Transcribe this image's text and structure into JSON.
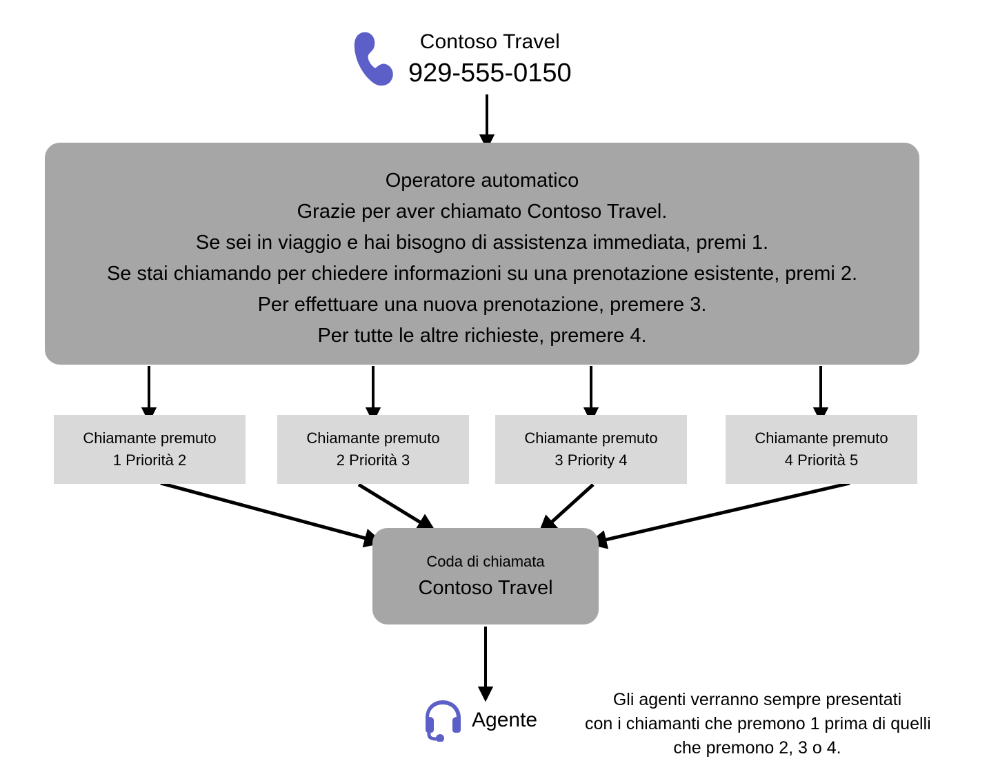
{
  "caller": {
    "icon": "phone-icon",
    "name": "Contoso Travel",
    "number": "929-555-0150"
  },
  "attendant": {
    "lines": [
      "Operatore automatico",
      "Grazie per aver chiamato Contoso Travel.",
      "Se sei in viaggio e hai bisogno di assistenza immediata, premi 1.",
      "Se stai chiamando per chiedere informazioni su una prenotazione esistente, premi 2.",
      "Per effettuare una nuova prenotazione, premere 3.",
      "Per tutte le altre richieste, premere 4."
    ]
  },
  "options": [
    {
      "line1": "Chiamante premuto",
      "line2": "1 Priorità 2"
    },
    {
      "line1": "Chiamante premuto",
      "line2": "2 Priorità 3"
    },
    {
      "line1": "Chiamante premuto",
      "line2": "3 Priority 4"
    },
    {
      "line1": "Chiamante premuto",
      "line2": "4 Priorità 5"
    }
  ],
  "queue": {
    "label": "Coda di chiamata",
    "name": "Contoso Travel"
  },
  "agent": {
    "icon": "headset-icon",
    "label": "Agente"
  },
  "note": {
    "lines": [
      "Gli agenti verranno sempre presentati",
      "con i chiamanti che premono 1 prima di quelli",
      "che premono 2, 3 o 4."
    ]
  },
  "colors": {
    "accent_purple": "#5b5fc7",
    "box_gray_dark": "#a6a6a6",
    "box_gray_light": "#d9d9d9",
    "arrow_black": "#000000",
    "background": "#ffffff"
  }
}
